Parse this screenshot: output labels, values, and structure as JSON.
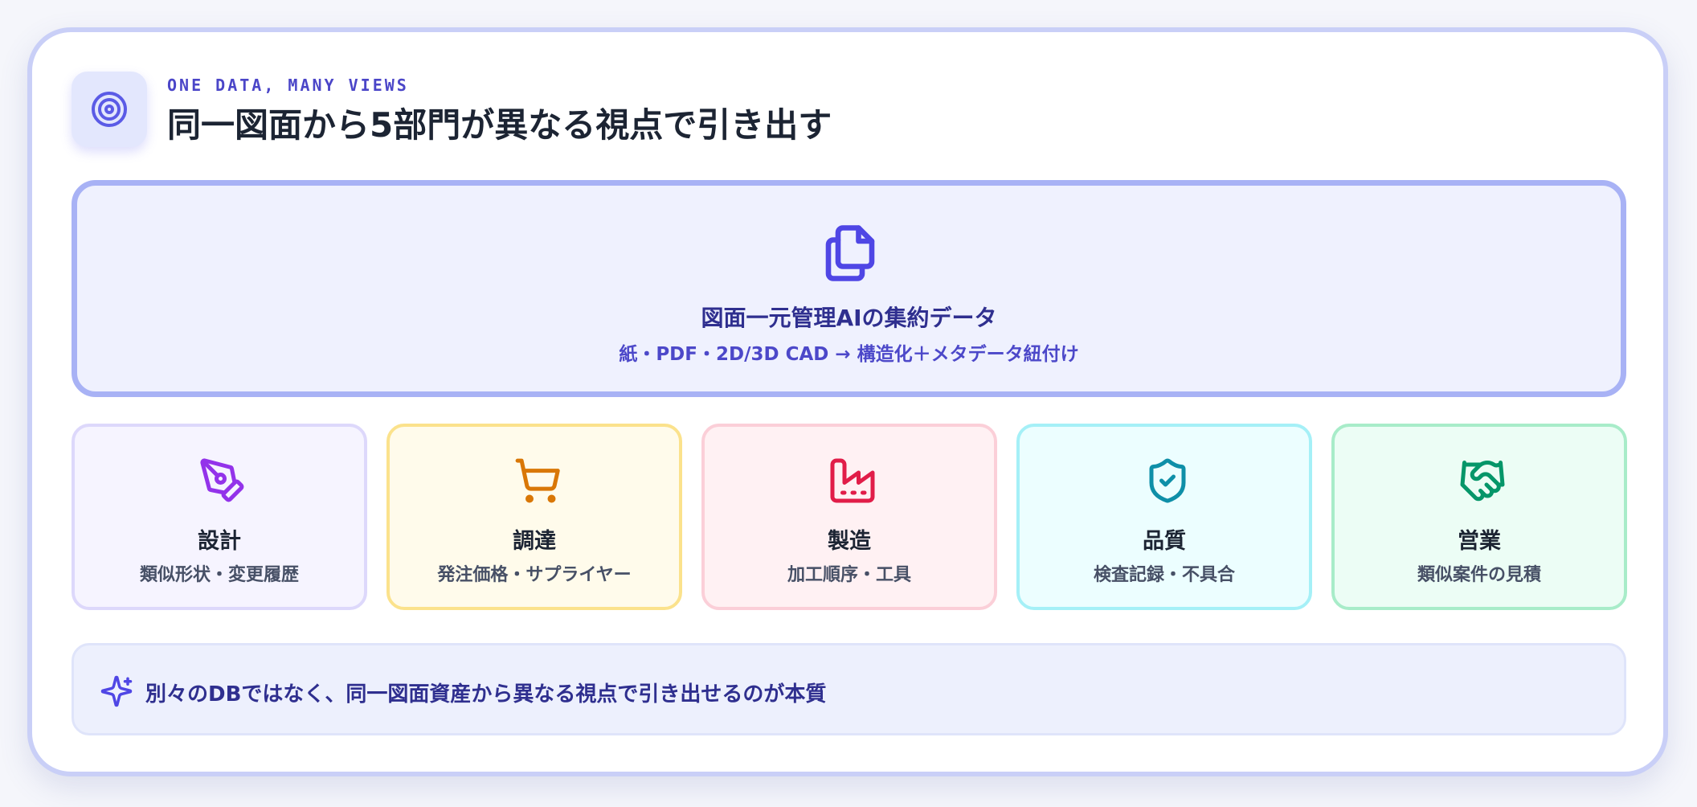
{
  "header": {
    "eyebrow": "ONE DATA, MANY VIEWS",
    "title": "同一図面から5部門が異なる視点で引き出す",
    "icon": "target-icon"
  },
  "hub": {
    "title": "図面一元管理AIの集約データ",
    "subtitle": "紙・PDF・2D/3D CAD → 構造化＋メタデータ紐付け",
    "icon": "copy-documents-icon"
  },
  "departments": [
    {
      "name": "設計",
      "desc": "類似形状・変更履歴",
      "icon": "pen-tool-icon",
      "color": "#9333ea",
      "bg": "#f6f4ff",
      "border": "#ddd8fb"
    },
    {
      "name": "調達",
      "desc": "発注価格・サプライヤー",
      "icon": "shopping-cart-icon",
      "color": "#d97706",
      "bg": "#fffbeb",
      "border": "#fbe28c"
    },
    {
      "name": "製造",
      "desc": "加工順序・工具",
      "icon": "factory-icon",
      "color": "#e11d48",
      "bg": "#fff1f3",
      "border": "#fbcfd8"
    },
    {
      "name": "品質",
      "desc": "検査記録・不具合",
      "icon": "shield-check-icon",
      "color": "#0e8fa8",
      "bg": "#ecfeff",
      "border": "#a5f0f7"
    },
    {
      "name": "営業",
      "desc": "類似案件の見積",
      "icon": "handshake-icon",
      "color": "#059669",
      "bg": "#ecfdf5",
      "border": "#a8ecc9"
    }
  ],
  "footer": {
    "text": "別々のDBではなく、同一図面資産から異なる視点で引き出せるのが本質",
    "icon": "sparkles-icon"
  }
}
